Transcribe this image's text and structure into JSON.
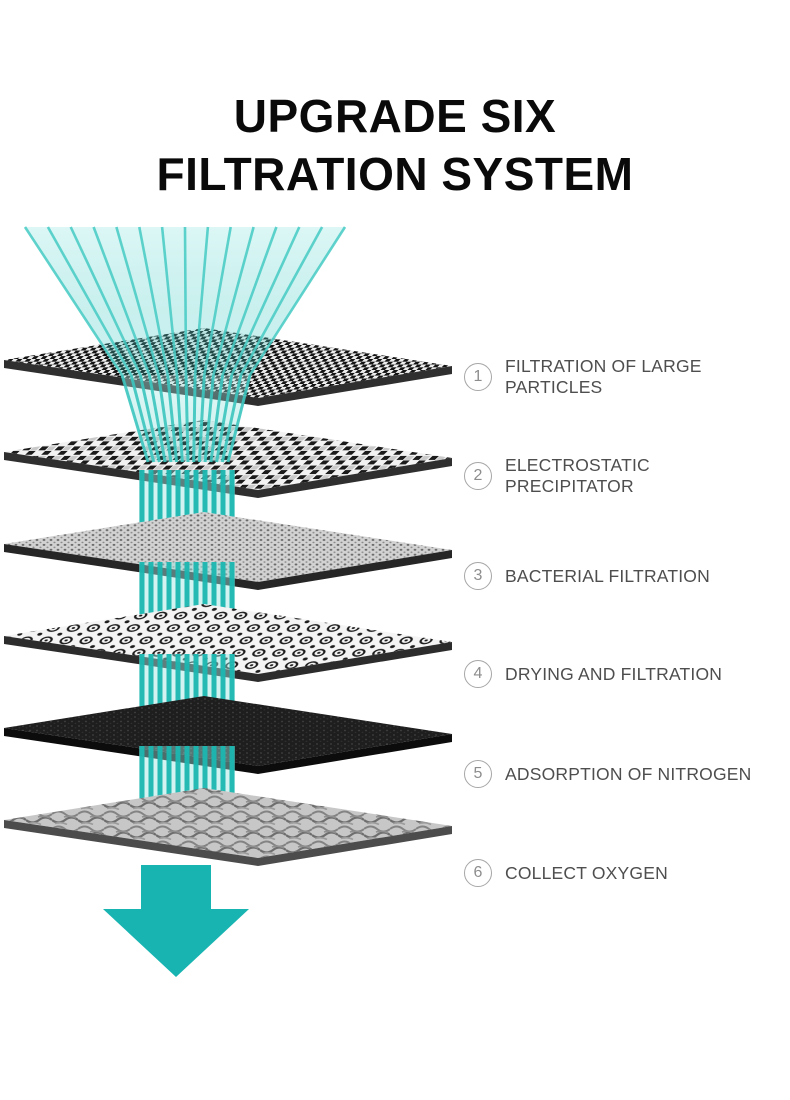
{
  "title": {
    "line1": "UPGRADE SIX",
    "line2": "FILTRATION SYSTEM"
  },
  "steps": [
    {
      "num": "1",
      "label": "FILTRATION OF LARGE\nPARTICLES"
    },
    {
      "num": "2",
      "label": "ELECTROSTATIC\nPRECIPITATOR"
    },
    {
      "num": "3",
      "label": "BACTERIAL FILTRATION"
    },
    {
      "num": "4",
      "label": "DRYING AND FILTRATION"
    },
    {
      "num": "5",
      "label": "ADSORPTION OF NITROGEN"
    },
    {
      "num": "6",
      "label": "COLLECT OXYGEN"
    }
  ],
  "colors": {
    "accent_teal": "#17b4b1",
    "ray_teal_light": "#46cbc4",
    "title_text": "#0a0a0a",
    "step_text": "#4e4e4e",
    "circle_border": "#a6a6a6"
  }
}
